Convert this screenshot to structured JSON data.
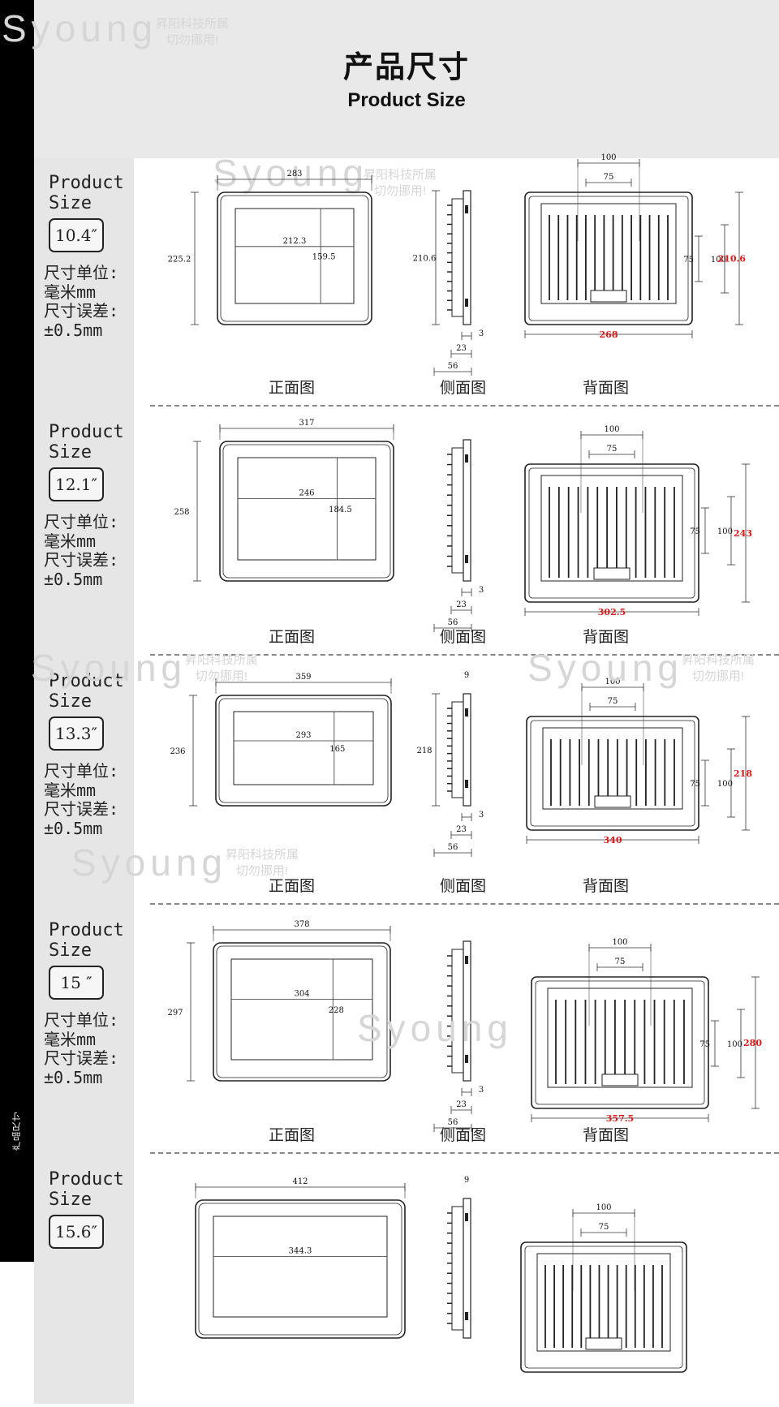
{
  "sidebar": {
    "label": "产品尺寸"
  },
  "header": {
    "title_cn": "产品尺寸",
    "title_en": "Product Size"
  },
  "watermark": {
    "logo": "Syoung",
    "line1": "昇阳科技所属",
    "line2": "切勿挪用!"
  },
  "captions": {
    "front": "正面图",
    "side": "侧面图",
    "back": "背面图"
  },
  "sections": [
    {
      "label": "Product\nSize",
      "size": "10.4″",
      "unit": "尺寸单位:\n毫米mm\n尺寸误差:\n±0.5mm",
      "front": {
        "width": "283",
        "height": "225.2",
        "screen_w": "212.3",
        "screen_h": "159.5"
      },
      "side": {
        "height": "210.6",
        "t1": "3",
        "t2": "23",
        "t3": "56"
      },
      "back": {
        "top1": "100",
        "top2": "75",
        "right1": "75",
        "right2": "100",
        "height": "210.6",
        "width": "268"
      }
    },
    {
      "label": "Product\nSize",
      "size": "12.1″",
      "unit": "尺寸单位:\n毫米mm\n尺寸误差:\n±0.5mm",
      "front": {
        "width": "317",
        "height": "258",
        "screen_w": "246",
        "screen_h": "184.5"
      },
      "side": {
        "height": "",
        "t1": "3",
        "t2": "23",
        "t3": "56"
      },
      "back": {
        "top1": "100",
        "top2": "75",
        "right1": "75",
        "right2": "100",
        "height": "243",
        "width": "302.5"
      }
    },
    {
      "label": "Product\nSize",
      "size": "13.3″",
      "unit": "尺寸单位:\n毫米mm\n尺寸误差:\n±0.5mm",
      "front": {
        "width": "359",
        "height": "236",
        "screen_w": "293",
        "screen_h": "165"
      },
      "side": {
        "height": "218",
        "top": "9",
        "t1": "3",
        "t2": "23",
        "t3": "56"
      },
      "back": {
        "top1": "100",
        "top2": "75",
        "right1": "75",
        "right2": "100",
        "height": "218",
        "width": "340"
      }
    },
    {
      "label": "Product\nSize",
      "size": "15 ″",
      "unit": "尺寸单位:\n毫米mm\n尺寸误差:\n±0.5mm",
      "front": {
        "width": "378",
        "height": "297",
        "screen_w": "304",
        "screen_h": "228"
      },
      "side": {
        "height": "",
        "t1": "3",
        "t2": "23",
        "t3": "56"
      },
      "back": {
        "top1": "100",
        "top2": "75",
        "right1": "75",
        "right2": "100",
        "height": "280",
        "width": "357.5"
      }
    },
    {
      "label": "Product\nSize",
      "size": "15.6″",
      "unit": "",
      "front": {
        "width": "412",
        "height": "",
        "screen_w": "344.3",
        "screen_h": ""
      },
      "side": {
        "height": "",
        "top": "9",
        "t1": "",
        "t2": "",
        "t3": ""
      },
      "back": {
        "top1": "100",
        "top2": "75",
        "right1": "",
        "right2": "",
        "height": "",
        "width": ""
      }
    }
  ]
}
